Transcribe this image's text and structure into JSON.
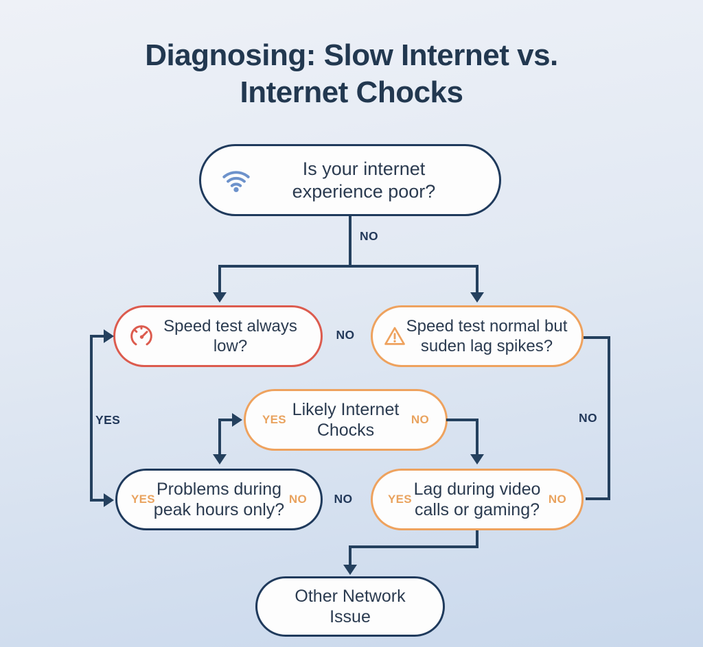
{
  "title": {
    "text": "Diagnosing: Slow Internet vs. Internet Chocks"
  },
  "nodes": {
    "internet_poor": {
      "text": "Is your internet experience poor?",
      "icon": "wifi-icon"
    },
    "speed_low": {
      "text": "Speed test always low?",
      "icon": "speedometer-icon"
    },
    "lag_spikes": {
      "text": "Speed test normal but suden lag spikes?",
      "icon": "warning-icon"
    },
    "likely_chocks": {
      "text": "Likely Internet Chocks",
      "yes_label": "YES",
      "no_label": "NO"
    },
    "peak_hours": {
      "text": "Problems during peak hours only?",
      "yes_label": "YES",
      "no_label": "NO"
    },
    "lag_video": {
      "text": "Lag during video calls or gaming?",
      "yes_label": "YES",
      "no_label": "NO"
    },
    "other_issue": {
      "text": "Other Network Issue"
    }
  },
  "edge_labels": {
    "top_no": "NO",
    "between_top_no": "NO",
    "left_yes": "YES",
    "right_no": "NO",
    "between_bottom_no": "NO"
  },
  "colors": {
    "line_navy": "#24405e",
    "node_border_navy": "#1f3a5c",
    "node_border_red": "#dc5b4e",
    "node_border_orange": "#eea25e",
    "node_background": "#fdfdfd",
    "node_text": "#2b3b50",
    "inside_label_orange": "#e9a35f",
    "wifi_blue": "#6d92cb",
    "title_text": "#223850"
  }
}
